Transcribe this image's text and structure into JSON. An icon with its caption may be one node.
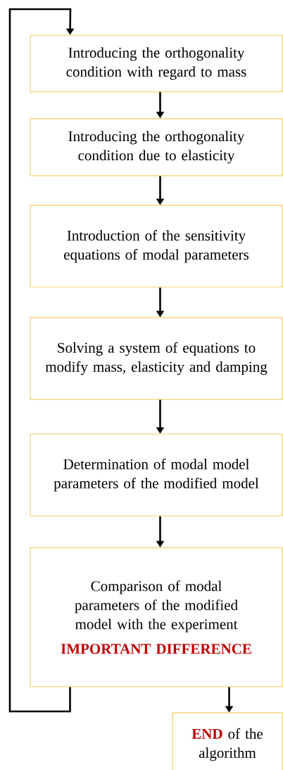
{
  "diagram": {
    "nodes": [
      {
        "text": [
          "Introducing the orthogonality condition with regard to mass"
        ]
      },
      {
        "text": [
          "Introducing the orthogonality condition due to elasticity"
        ]
      },
      {
        "text": [
          "Introduction of the sensitivity equations of modal parameters"
        ]
      },
      {
        "text": [
          "Solving a system of equations to modify mass, elasticity and damping"
        ]
      },
      {
        "text": [
          "Determination of modal model parameters of the modified model"
        ]
      },
      {
        "text": [
          "Comparison of modal parameters of the modified model with the experiment",
          "IMPORTANT DIFFERENCE"
        ]
      },
      {
        "text": [
          "**END** of the algorithm"
        ]
      }
    ],
    "edges": [
      {
        "from": 0,
        "to": 1,
        "arrow": "to"
      },
      {
        "from": 1,
        "to": 2,
        "arrow": "to"
      },
      {
        "from": 2,
        "to": 3,
        "arrow": "to"
      },
      {
        "from": 3,
        "to": 4,
        "arrow": "to"
      },
      {
        "from": 4,
        "to": 5,
        "arrow": "to"
      },
      {
        "from": 5,
        "to": 0,
        "arrow": "to"
      },
      {
        "from": 5,
        "to": 6,
        "arrow": "to"
      }
    ]
  }
}
